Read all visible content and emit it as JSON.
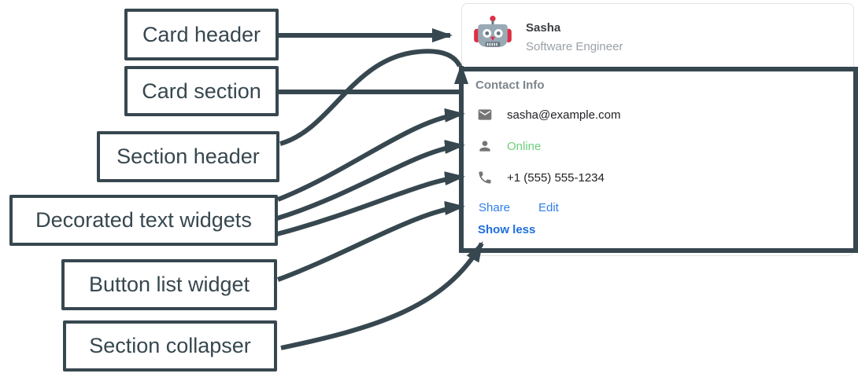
{
  "diagram": {
    "arrow_color": "#37474F",
    "labels": [
      {
        "text": "Card header"
      },
      {
        "text": "Card section"
      },
      {
        "text": "Section header"
      },
      {
        "text": "Decorated text widgets"
      },
      {
        "text": "Button list widget"
      },
      {
        "text": "Section collapser"
      }
    ]
  },
  "card": {
    "header": {
      "name": "Sasha",
      "subtitle": "Software Engineer",
      "avatar_icon": "robot-icon"
    },
    "section": {
      "header": "Contact Info",
      "rows": [
        {
          "icon": "email-icon",
          "text": "sasha@example.com",
          "color": "#202124"
        },
        {
          "icon": "person-icon",
          "text": "Online",
          "color": "#6CCF7A"
        },
        {
          "icon": "phone-icon",
          "text": "+1 (555) 555-1234",
          "color": "#202124"
        }
      ],
      "buttons": [
        {
          "label": "Share"
        },
        {
          "label": "Edit"
        }
      ],
      "collapser_label": "Show less",
      "link_color": "#2E7FEB",
      "collapser_color": "#1E6EDC",
      "icon_color": "#757575"
    }
  }
}
